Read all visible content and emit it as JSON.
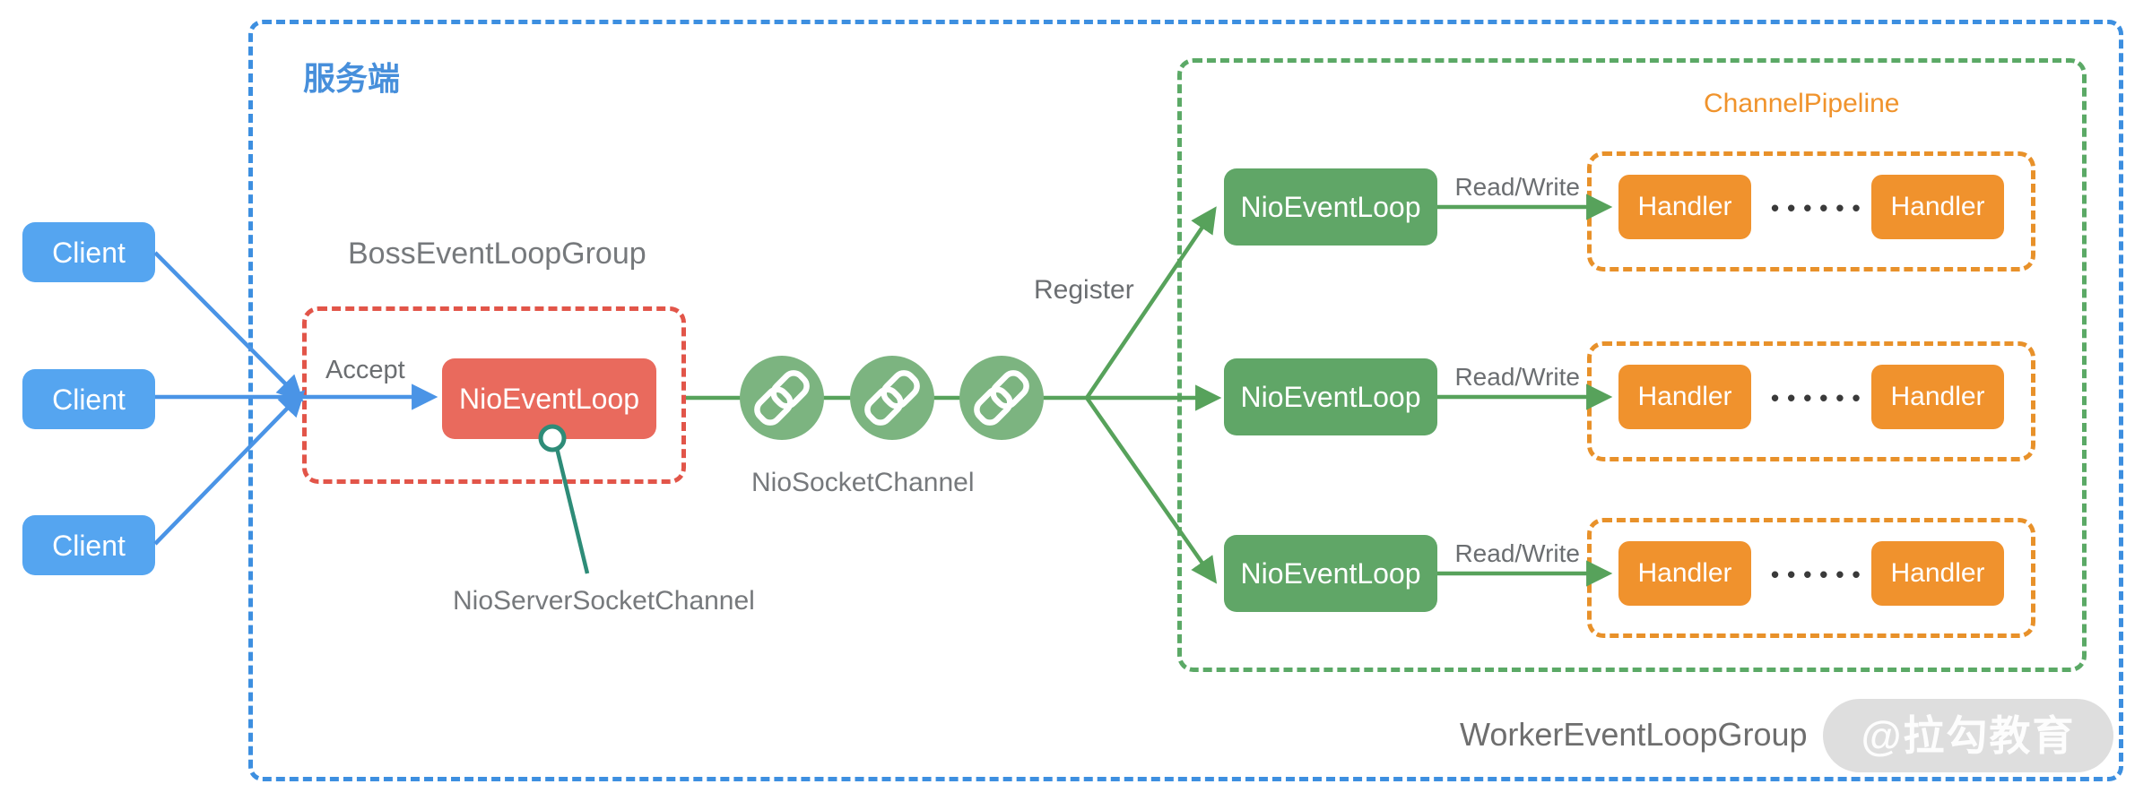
{
  "colors": {
    "blue_line": "#4A94E6",
    "blue_fill": "#55A5F0",
    "blue_label": "#478FDB",
    "blue_dash": "#3D8FE0",
    "red_fill": "#E96A5D",
    "red_dash": "#E25549",
    "green_fill": "#60A667",
    "green_dash": "#5BA966",
    "green_line": "#57A25B",
    "chain_green": "#7CB480",
    "teal": "#2E8C78",
    "orange_fill": "#F0922D",
    "orange_dash": "#E8912A",
    "orange_text": "#F0932C",
    "gray_text": "#76797C",
    "dark_text": "#6E6E6E",
    "dots_color": "#3A3A3A",
    "watermark_bg": "#D9D9D9"
  },
  "server": {
    "label": "服务端"
  },
  "clients": [
    {
      "label": "Client"
    },
    {
      "label": "Client"
    },
    {
      "label": "Client"
    }
  ],
  "boss": {
    "title": "BossEventLoopGroup",
    "accept_label": "Accept",
    "event_loop_label": "NioEventLoop",
    "server_socket_channel_label": "NioServerSocketChannel"
  },
  "channel": {
    "socket_channel_label": "NioSocketChannel",
    "register_label": "Register"
  },
  "worker": {
    "title": "WorkerEventLoopGroup",
    "pipeline_title": "ChannelPipeline",
    "rows": [
      {
        "event_loop_label": "NioEventLoop",
        "io_label": "Read/Write",
        "handler_left": "Handler",
        "dots": "••••••",
        "handler_right": "Handler"
      },
      {
        "event_loop_label": "NioEventLoop",
        "io_label": "Read/Write",
        "handler_left": "Handler",
        "dots": "••••••",
        "handler_right": "Handler"
      },
      {
        "event_loop_label": "NioEventLoop",
        "io_label": "Read/Write",
        "handler_left": "Handler",
        "dots": "••••••",
        "handler_right": "Handler"
      }
    ]
  },
  "watermark": {
    "text": "@拉勾教育"
  }
}
